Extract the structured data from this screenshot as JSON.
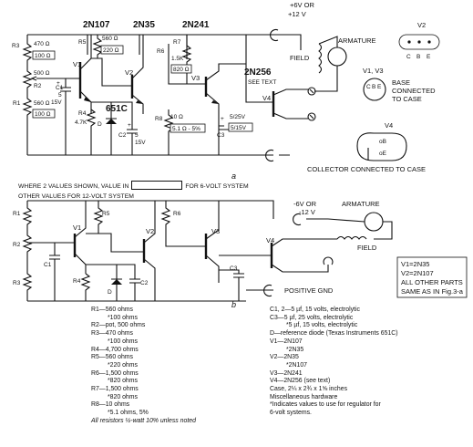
{
  "top": {
    "heads": {
      "q1": "2N107",
      "q2": "2N35",
      "q3": "2N241",
      "q4": "2N256"
    },
    "supply_1": "+6V OR",
    "supply_2": "+12 V",
    "armature": "ARMATURE",
    "field": "FIELD",
    "see_text": "SEE TEXT",
    "r3": "R3",
    "r3_val": "470 Ω",
    "r3_alt": "100 Ω",
    "r2": "R2",
    "r2_val": "500 Ω",
    "r1": "R1",
    "r1_val": "560 Ω",
    "r1_alt": "100 Ω",
    "c1": "C1",
    "c1_val": "5",
    "c1_volt": "15V",
    "c1_pol": "+",
    "v1": "V1",
    "v2": "V2",
    "v3": "V3",
    "v4": "V4",
    "r5": "R5",
    "r5_val": "560 Ω",
    "r5_alt": "220 Ω",
    "r4": "R4",
    "r4_val": "4.7K",
    "diode": "651C",
    "d": "D",
    "c2": "C2",
    "c2_val": "5",
    "c2_volt": "15V",
    "c2_pol": "+",
    "r7": "R7",
    "r7_val": "1.5K",
    "r7_alt": "820 Ω",
    "r6": "R6",
    "r8": "R8",
    "r8_val": "10 Ω",
    "r8_alt": "5.1 Ω - 5%",
    "c3": "C3",
    "c3_val": "5/25V",
    "c3_alt": "5/15V",
    "c3_pol": "+",
    "note_a": "WHERE 2 VALUES SHOWN, VALUE IN",
    "note_b": "FOR 6-VOLT SYSTEM",
    "note_c": "OTHER VALUES FOR 12-VOLT SYSTEM",
    "fig_a": "a"
  },
  "pinout": {
    "v2": "V2",
    "c": "C",
    "b": "B",
    "e": "E",
    "v1v3": "V1, V3",
    "base_1": "BASE",
    "base_2": "CONNECTED",
    "base_3": "TO CASE",
    "v4": "V4",
    "ob": "oB",
    "oe": "oE",
    "collector": "COLLECTOR CONNECTED TO CASE"
  },
  "bottom": {
    "r1": "R1",
    "r2": "R2",
    "r3": "R3",
    "r4": "R4",
    "r5": "R5",
    "r6": "R6",
    "c1": "C1",
    "c2": "C2",
    "c3": "C3",
    "d": "D",
    "v1": "V1",
    "v2": "V2",
    "v3": "V3",
    "v4": "V4",
    "supply_1": "-6V OR",
    "supply_2": "-12 V",
    "armature": "ARMATURE",
    "field": "FIELD",
    "positive_gnd": "POSITIVE GND",
    "box_1": "V1=2N35",
    "box_2": "V2=2N107",
    "box_3": "ALL OTHER PARTS",
    "box_4": "SAME AS IN Fig.3-a",
    "fig_b": "b"
  },
  "parts_left": [
    "R1—560 ohms",
    "*100 ohms",
    "R2—pot, 500 ohms",
    "R3—470 ohms",
    "*100 ohms",
    "R4—4,700 ohms",
    "R5—560 ohms",
    "*220 ohms",
    "R6—1,500 ohms",
    "*820 ohms",
    "R7—1,500 ohms",
    "*820 ohms",
    "R8—10 ohms",
    "*5.1 ohms, 5%",
    "All resistors ½-watt 10% unless noted"
  ],
  "parts_right": [
    "C1, 2—5 µf, 15 volts, electrolytic",
    "C3—5 µf, 25 volts, electrolytic",
    "*5 µf, 15 volts, electrolytic",
    "D—reference diode (Texas Instruments 651C)",
    "V1—2N107",
    "*2N35",
    "V2—2N35",
    "*2N107",
    "V3—2N241",
    "V4—2N256 (see text)",
    "Case, 2¼ x 2¾ x 1⅝ inches",
    "Miscellaneous hardware",
    "*Indicates values to use for regulator for",
    "6-volt systems."
  ]
}
